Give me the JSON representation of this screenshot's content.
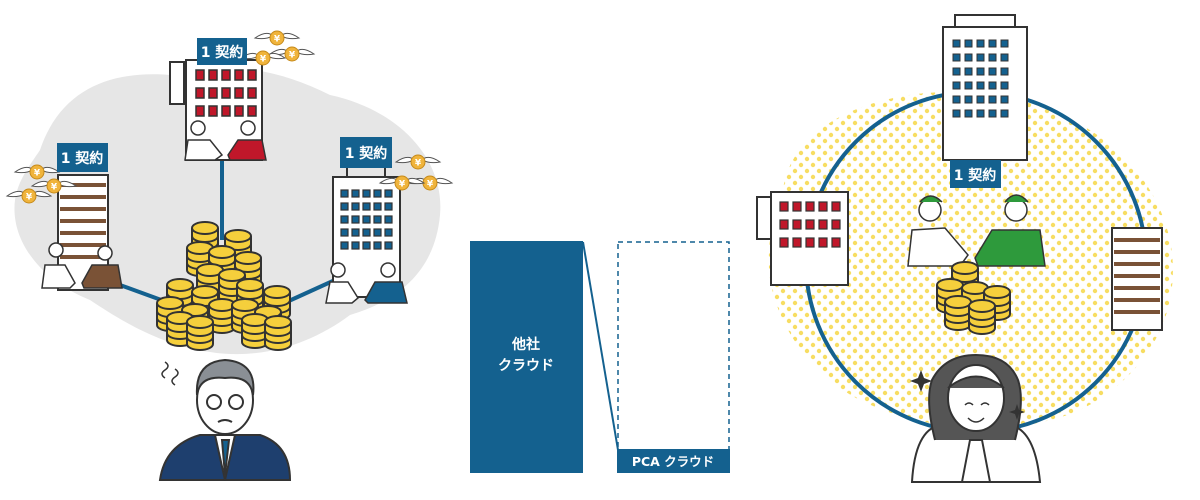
{
  "left_scene": {
    "contract_labels": [
      "1 契約",
      "1 契約",
      "1 契約"
    ]
  },
  "comparison": {
    "other_cloud_line1": "他社",
    "other_cloud_line2": "クラウド",
    "pca_cloud": "PCA クラウド"
  },
  "right_scene": {
    "contract_label": "1 契約"
  },
  "colors": {
    "brand_blue": "#14618f",
    "coin_yellow": "#f5cf3c",
    "accent_red": "#c0172a",
    "blob_gray": "#e6e6e6",
    "dot_yellow": "#f7dd62"
  }
}
